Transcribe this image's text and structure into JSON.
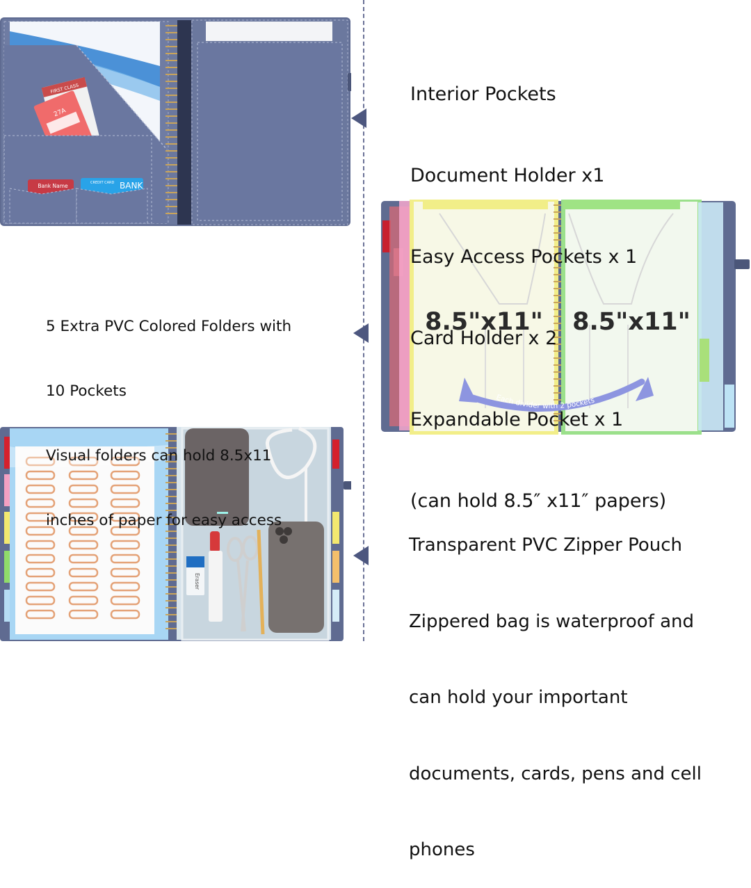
{
  "interior": {
    "lines": [
      "Interior Pockets",
      "Document Holder x1",
      "Easy Access Pockets x 1",
      "Card Holder x 2",
      "Expandable Pocket x 1",
      "(can hold 8.5″ x11″ papers)"
    ]
  },
  "folders": {
    "lines": [
      "5 Extra PVC Colored Folders with",
      "10 Pockets",
      "Visual folders can hold 8.5x11",
      "inches of paper for easy access"
    ],
    "size_label_left": "8.5\"x11\"",
    "size_label_right": "8.5\"x11\"",
    "arc_caption": "Each divider with 2 pockets"
  },
  "zipper": {
    "lines": [
      "Transparent PVC Zipper Pouch",
      "Zippered bag is waterproof and",
      "can hold your important",
      "documents, cards, pens and cell",
      "phones"
    ]
  },
  "photo_labels": {
    "bank_card": "Bank Name",
    "credit_card_header": "CREDIT CARD",
    "credit_card_bank": "BANK",
    "ticket_header": "FIRST CLASS",
    "ticket_seat": "27A",
    "eraser": "Eraser"
  },
  "colors": {
    "binder_navy": "#68759b",
    "binder_dark": "#4b5679",
    "pointer": "#4d577f",
    "divider_dash": "#6a7196",
    "arc_arrow": "#8d95e0"
  }
}
